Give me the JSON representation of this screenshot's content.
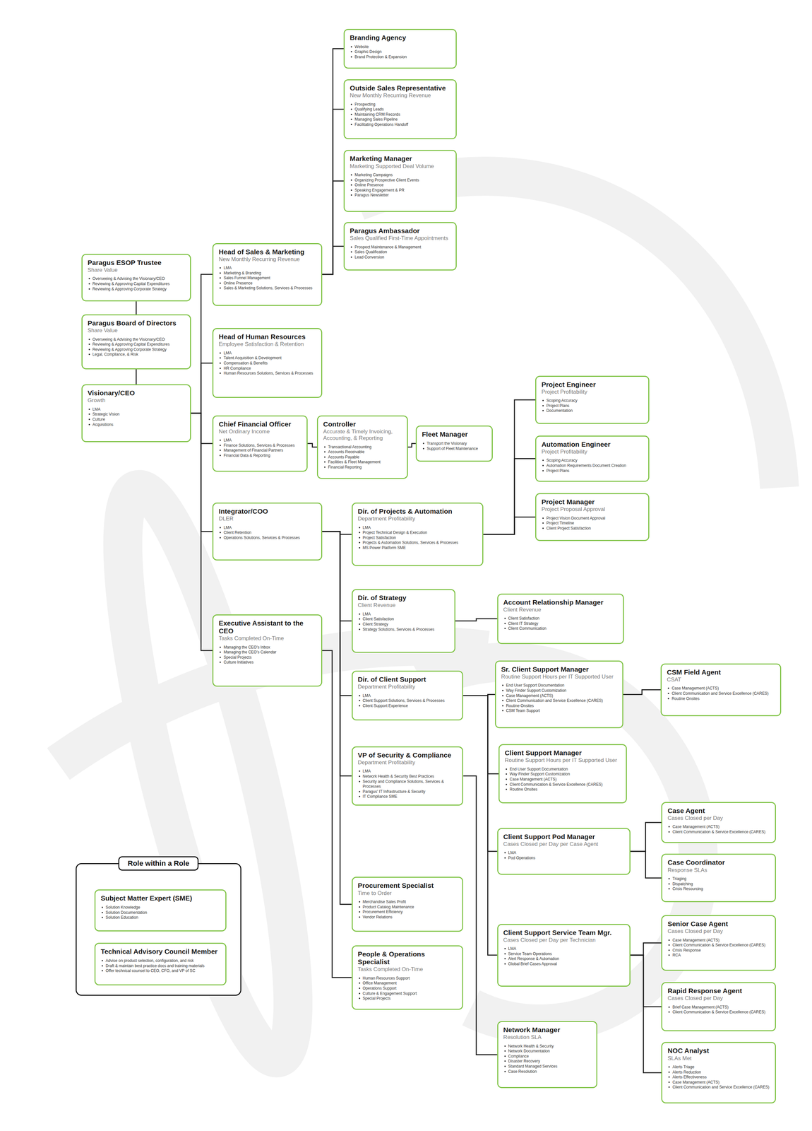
{
  "diagram": {
    "nodes": [
      {
        "text": [
          "Paragus ESOP Trustee",
          "Share Value",
          "Overseeing & Advising the Visionary/CEO",
          "Reviewing & Approving Capital Expenditures",
          "Reviewing & Approving Corporate Strategy"
        ]
      },
      {
        "text": [
          "Paragus Board of Directors",
          "Share Value",
          "Overseeing & Advising the Visionary/CEO",
          "Reviewing & Approving Capital Expenditures",
          "Reviewing & Approving Corporate Strategy",
          "Legal, Compliance, & Risk"
        ]
      },
      {
        "text": [
          "Visionary/CEO",
          "Growth",
          "LMA",
          "Strategic Vision",
          "Culture",
          "Acquisitions"
        ]
      },
      {
        "text": [
          "Head of Sales & Marketing",
          "New Monthly Recurring Revenue",
          "LMA",
          "Marketing & Branding",
          "Sales Funnel Management",
          "Online Presence",
          "Sales & Marketing Solutions, Services & Processes"
        ]
      },
      {
        "text": [
          "Branding Agency",
          "Website",
          "Graphic Design",
          "Brand Protection & Expansion"
        ]
      },
      {
        "text": [
          "Outside Sales Representative",
          "New Monthly Recurring Revenue",
          "Prospecting",
          "Qualifying Leads",
          "Maintaining CRM Records",
          "Managing Sales Pipeline",
          "Facilitating Operations Handoff"
        ]
      },
      {
        "text": [
          "Marketing Manager",
          "Marketing Supported Deal Volume",
          "Marketing Campaigns",
          "Organizing Prospective Client Events",
          "Online Presence",
          "Speaking Engagement & PR",
          "Paragus Newsletter"
        ]
      },
      {
        "text": [
          "Paragus Ambassador",
          "Sales Qualified First-Time Appointments",
          "Prospect Maintenance & Management",
          "Sales Qualification",
          "Lead Conversion"
        ]
      },
      {
        "text": [
          "Head of Human Resources",
          "Employee Satisfaction & Retention",
          "LMA",
          "Talent Acquisition & Development",
          "Compensation & Benefits",
          "HR Compliance",
          "Human Resources Solutions, Services & Processes"
        ]
      },
      {
        "text": [
          "Chief Financial Officer",
          "Net Ordinary Income",
          "LMA",
          "Finance Solutions, Services & Processes",
          "Management of Financial Partners",
          "Financial Data & Reporting"
        ]
      },
      {
        "text": [
          "Controller",
          "Accurate & Timely Invoicing, Accounting, & Reporting",
          "Transactional Accounting",
          "Accounts Receivable",
          "Accounts Payable",
          "Facilities & Fleet Management",
          "Financial Reporting"
        ]
      },
      {
        "text": [
          "Fleet Manager",
          "Transport the Visionary",
          "Support of Fleet Maintenance"
        ]
      },
      {
        "text": [
          "Integrator/COO",
          "DLER",
          "LMA",
          "Client Retention",
          "Operations Solutions, Services & Processes"
        ]
      },
      {
        "text": [
          "Executive Assistant to the CEO",
          "Tasks Completed On-Time",
          "Managing the CEO's Inbox",
          "Managing the CEO's Calendar",
          "Special Projects",
          "Culture Initiatives"
        ]
      },
      {
        "text": [
          "Dir. of Projects & Automation",
          "Department Profitability",
          "LMA",
          "Project Technical Design & Execution",
          "Project Satisfaction",
          "Projects & Automation Solutions, Services & Processes",
          "MS Power Platform SME"
        ]
      },
      {
        "text": [
          "Project Engineer",
          "Project Profitability",
          "Scoping Accuracy",
          "Project Plans",
          "Documentation"
        ]
      },
      {
        "text": [
          "Automation Engineer",
          "Project Profitability",
          "Scoping Accuracy",
          "Automation Requirements Document Creation",
          "Project Plans"
        ]
      },
      {
        "text": [
          "Project Manager",
          "Project Proposal Approval",
          "Project Vision Document Approval",
          "Project Timeline",
          "Client Project Satisfaction"
        ]
      },
      {
        "text": [
          "Dir. of Strategy",
          "Client Revenue",
          "LMA",
          "Client Satisfaction",
          "Client Strategy",
          "Strategy Solutions, Services & Processes"
        ]
      },
      {
        "text": [
          "Account Relationship Manager",
          "Client Revenue",
          "Client Satisfaction",
          "Client IT Strategy",
          "Client Communication"
        ]
      },
      {
        "text": [
          "Dir. of Client Support",
          "Department Profitability",
          "LMA",
          "Client Support Solutions, Services & Processes",
          "Client Support Experience"
        ]
      },
      {
        "text": [
          "Sr. Client Support Manager",
          "Routine Support Hours per IT Supported User",
          "End User Support Documentation",
          "Way Finder Support Customization",
          "Case Management (ACTS)",
          "Client Communication and Service Excellence (CARES)",
          "Routine Onsites",
          "CSM Team Support"
        ]
      },
      {
        "text": [
          "CSM Field Agent",
          "CSAT",
          "Case Management (ACTS)",
          "Client Communication and Service Excellence (CARES)",
          "Routine Onsites"
        ]
      },
      {
        "text": [
          "VP of Security & Compliance",
          "Department Profitability",
          "LMA",
          "Network Health & Security Best Practices",
          "Security and Compliance Solutions, Services & Processes",
          "Paragus' IT Infrastructure & Security",
          "IT Compliance SME"
        ]
      },
      {
        "text": [
          "Client Support Manager",
          "Routine Support Hours per IT Supported User",
          "End User Support Documentation",
          "Way Finder Support Customization",
          "Case Management (ACTS)",
          "Client Communication & Service Excellence (CARES)",
          "Routine Onsites"
        ]
      },
      {
        "text": [
          "Client Support Pod Manager",
          "Cases Closed per Day per Case Agent",
          "LMA",
          "Pod Operations"
        ]
      },
      {
        "text": [
          "Case Agent",
          "Cases Closed per Day",
          "Case Management (ACTS)",
          "Client Communication & Service Excellence (CARES)"
        ]
      },
      {
        "text": [
          "Case Coordinator",
          "Response SLAs",
          "Triaging",
          "Dispatching",
          "Crisis Resourcing"
        ]
      },
      {
        "text": [
          "Procurement Specialist",
          "Time to Order",
          "Merchandise Sales Profit",
          "Product Catalog Maintenance",
          "Procurement Efficiency",
          "Vendor Relations"
        ]
      },
      {
        "text": [
          "People & Operations Specialist",
          "Tasks Completed On-Time",
          "Human Resources Support",
          "Office Management",
          "Operations Support",
          "Culture & Engagement Support",
          "Special Projects"
        ]
      },
      {
        "text": [
          "Client Support Service Team Mgr.",
          "Cases Closed per Day per Technician",
          "LMA",
          "Service Team Operations",
          "Alert Response & Automation",
          "Global Brief Cases Approval"
        ]
      },
      {
        "text": [
          "Senior Case Agent",
          "Cases Closed per Day",
          "Case Management (ACTS)",
          "Client Communication & Service Excellence (CARES)",
          "Crisis Response",
          "RCA"
        ]
      },
      {
        "text": [
          "Rapid Response Agent",
          "Cases Closed per Day",
          "Brief Case Management (ACTS)",
          "Client Communication & Service Excellence (CARES)"
        ]
      },
      {
        "text": [
          "NOC Analyst",
          "SLAs Met",
          "Alerts Triage",
          "Alerts Reduction",
          "Alerts Effectiveness",
          "Case Management (ACTS)",
          "Client Communication and Service Excellence (CARES)"
        ]
      },
      {
        "text": [
          "Network Manager",
          "Resolution SLA",
          "Network Health & Security",
          "Network Documentation",
          "Compliance",
          "Disaster Recovery",
          "Standard Managed Services",
          "Case Resolution"
        ]
      },
      {
        "text": [
          "Role within a Role"
        ]
      },
      {
        "text": [
          "Subject Matter Expert (SME)",
          "Solution Knowledge",
          "Solution Documentation",
          "Solution Education"
        ],
        "in": 35
      },
      {
        "text": [
          "Technical Advisory Council Member",
          "Advise on product selection, configuration, and risk",
          "Draft & maintain best practice docs and training materials",
          "Offer technical counsel to CEO, CFO, and VP of SC"
        ],
        "in": 35
      }
    ],
    "edges": [
      {
        "from": 0,
        "to": 1,
        "arrow": "none"
      },
      {
        "from": 1,
        "to": 2,
        "arrow": "none"
      },
      {
        "from": 2,
        "to": 3,
        "arrow": "none"
      },
      {
        "from": 2,
        "to": 8,
        "arrow": "none"
      },
      {
        "from": 2,
        "to": 9,
        "arrow": "none"
      },
      {
        "from": 2,
        "to": 12,
        "arrow": "none"
      },
      {
        "from": 2,
        "to": 13,
        "arrow": "none"
      },
      {
        "from": 3,
        "to": 4,
        "arrow": "none"
      },
      {
        "from": 3,
        "to": 5,
        "arrow": "none"
      },
      {
        "from": 3,
        "to": 6,
        "arrow": "none"
      },
      {
        "from": 3,
        "to": 7,
        "arrow": "none"
      },
      {
        "from": 9,
        "to": 10,
        "arrow": "none"
      },
      {
        "from": 10,
        "to": 11,
        "arrow": "none"
      },
      {
        "from": 12,
        "to": 14,
        "arrow": "none"
      },
      {
        "from": 12,
        "to": 18,
        "arrow": "none"
      },
      {
        "from": 12,
        "to": 20,
        "arrow": "none"
      },
      {
        "from": 12,
        "to": 23,
        "arrow": "none"
      },
      {
        "from": 12,
        "to": 28,
        "arrow": "none"
      },
      {
        "from": 13,
        "to": 29,
        "arrow": "none"
      },
      {
        "from": 14,
        "to": 15,
        "arrow": "none"
      },
      {
        "from": 14,
        "to": 16,
        "arrow": "none"
      },
      {
        "from": 14,
        "to": 17,
        "arrow": "none"
      },
      {
        "from": 18,
        "to": 19,
        "arrow": "none"
      },
      {
        "from": 20,
        "to": 21,
        "arrow": "none"
      },
      {
        "from": 20,
        "to": 24,
        "arrow": "none"
      },
      {
        "from": 20,
        "to": 25,
        "arrow": "none"
      },
      {
        "from": 20,
        "to": 30,
        "arrow": "none"
      },
      {
        "from": 21,
        "to": 22,
        "arrow": "none"
      },
      {
        "from": 23,
        "to": 34,
        "arrow": "none"
      },
      {
        "from": 25,
        "to": 26,
        "arrow": "none"
      },
      {
        "from": 25,
        "to": 27,
        "arrow": "none"
      },
      {
        "from": 30,
        "to": 31,
        "arrow": "none"
      },
      {
        "from": 30,
        "to": 32,
        "arrow": "none"
      },
      {
        "from": 30,
        "to": 33,
        "arrow": "none"
      }
    ]
  }
}
